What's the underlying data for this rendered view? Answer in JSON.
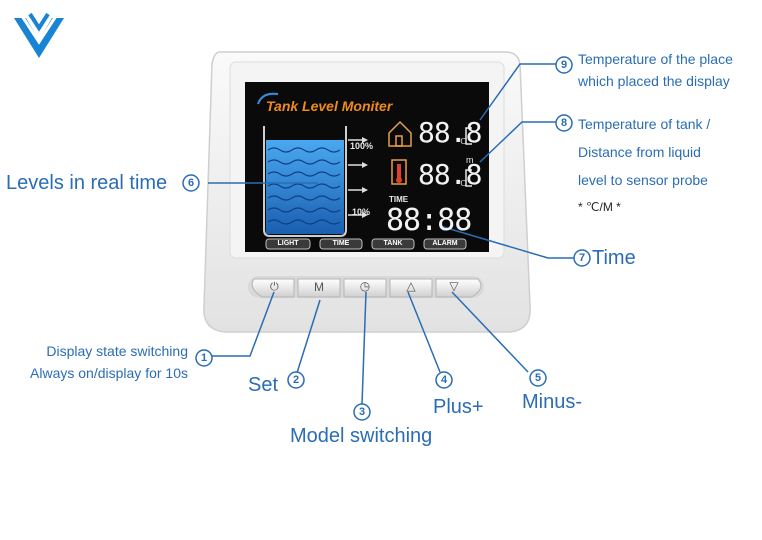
{
  "labels": {
    "num1": "1",
    "num2": "2",
    "num3": "3",
    "num4": "4",
    "num5": "5",
    "num6": "6",
    "num7": "7",
    "num8": "8",
    "num9": "9",
    "display_state_line1": "Display state switching",
    "display_state_line2": "Always on/display for 10s",
    "set": "Set",
    "model_switching": "Model switching",
    "plus": "Plus+",
    "minus": "Minus-",
    "levels": "Levels in real time",
    "time": "Time",
    "tank_temp_line1": "Temperature of tank /",
    "tank_temp_line2": "Distance from liquid",
    "tank_temp_line3": "level to sensor probe",
    "unit_note": "* ℃/M *",
    "place_temp_line1": "Temperature of the place",
    "place_temp_line2": "which placed the display"
  },
  "screen": {
    "title": "Tank Level Moniter",
    "pct_high": "100%",
    "pct_low": "10%",
    "time_label": "TIME",
    "digits_room": "88.8",
    "digits_tank": "88.8",
    "clock": "88:88",
    "tabs": [
      "LIGHT",
      "TIME",
      "TANK",
      "ALARM"
    ]
  },
  "buttons": {
    "power_icon": "⏻",
    "m_label": "M",
    "clock_icon": "◷",
    "up_icon": "△",
    "down_icon": "▽"
  },
  "colors": {
    "callout_blue": "#2a6db5",
    "screen_bg": "#0a0a0a",
    "water_blue": "#2a7fd0",
    "title_orange": "#f08a1c"
  }
}
